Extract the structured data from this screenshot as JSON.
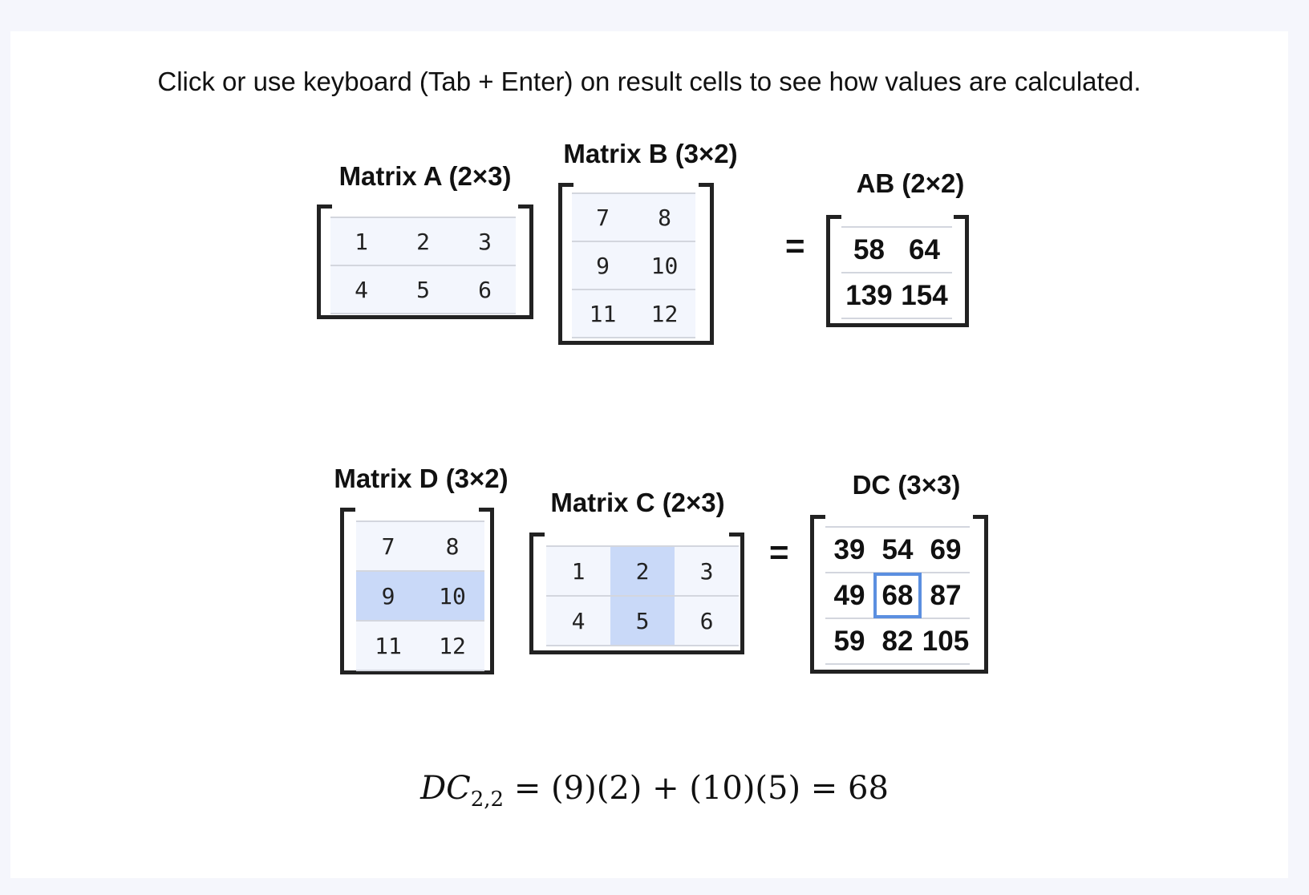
{
  "instructions": "Click or use keyboard (Tab + Enter) on result cells to see how values are calculated.",
  "top_row": {
    "matrix_a": {
      "title": "Matrix A (2×3)",
      "rows": [
        [
          "1",
          "2",
          "3"
        ],
        [
          "4",
          "5",
          "6"
        ]
      ]
    },
    "matrix_b": {
      "title": "Matrix B (3×2)",
      "rows": [
        [
          "7",
          "8"
        ],
        [
          "9",
          "10"
        ],
        [
          "11",
          "12"
        ]
      ]
    },
    "equals": "=",
    "result": {
      "title": "AB (2×2)",
      "rows": [
        [
          "58",
          "64"
        ],
        [
          "139",
          "154"
        ]
      ]
    }
  },
  "bottom_row": {
    "matrix_d": {
      "title": "Matrix D (3×2)",
      "rows": [
        [
          "7",
          "8"
        ],
        [
          "9",
          "10"
        ],
        [
          "11",
          "12"
        ]
      ],
      "highlighted_row": 1
    },
    "matrix_c": {
      "title": "Matrix C (2×3)",
      "rows": [
        [
          "1",
          "2",
          "3"
        ],
        [
          "4",
          "5",
          "6"
        ]
      ],
      "highlighted_col": 1
    },
    "equals": "=",
    "result": {
      "title": "DC (3×3)",
      "rows": [
        [
          "39",
          "54",
          "69"
        ],
        [
          "49",
          "68",
          "87"
        ],
        [
          "59",
          "82",
          "105"
        ]
      ],
      "selected_cell": [
        1,
        1
      ]
    }
  },
  "formula": {
    "lhs": "DC",
    "subscript": "2,2",
    "rhs": " = (9)(2) + (10)(5) = 68"
  },
  "colors": {
    "highlight": "#c9d9f8",
    "selected_outline": "#5b8fe0",
    "input_cell": "#f3f6fd"
  }
}
